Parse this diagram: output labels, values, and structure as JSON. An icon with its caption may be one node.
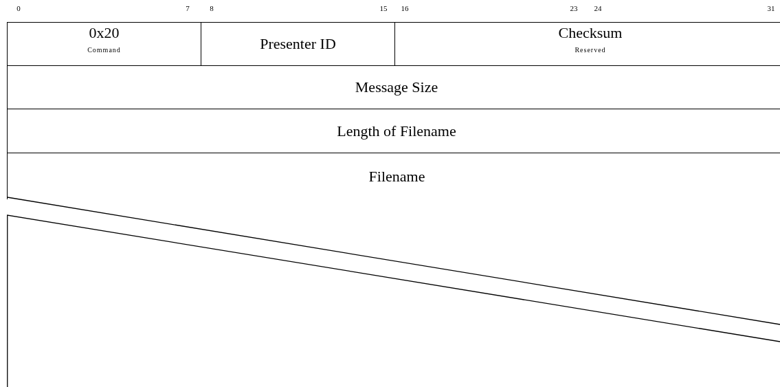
{
  "diagram": {
    "nodes": [
      {
        "text": [
          "0x20",
          "Command"
        ]
      },
      {
        "text": [
          "Presenter ID"
        ]
      },
      {
        "text": [
          "Checksum",
          "Reserved"
        ]
      },
      {
        "text": [
          "Message Size"
        ]
      },
      {
        "text": [
          "Length of Filename"
        ]
      },
      {
        "text": [
          "Filename"
        ]
      }
    ],
    "labels": [
      "0",
      "7",
      "8",
      "15",
      "16",
      "23",
      "24",
      "31"
    ]
  }
}
